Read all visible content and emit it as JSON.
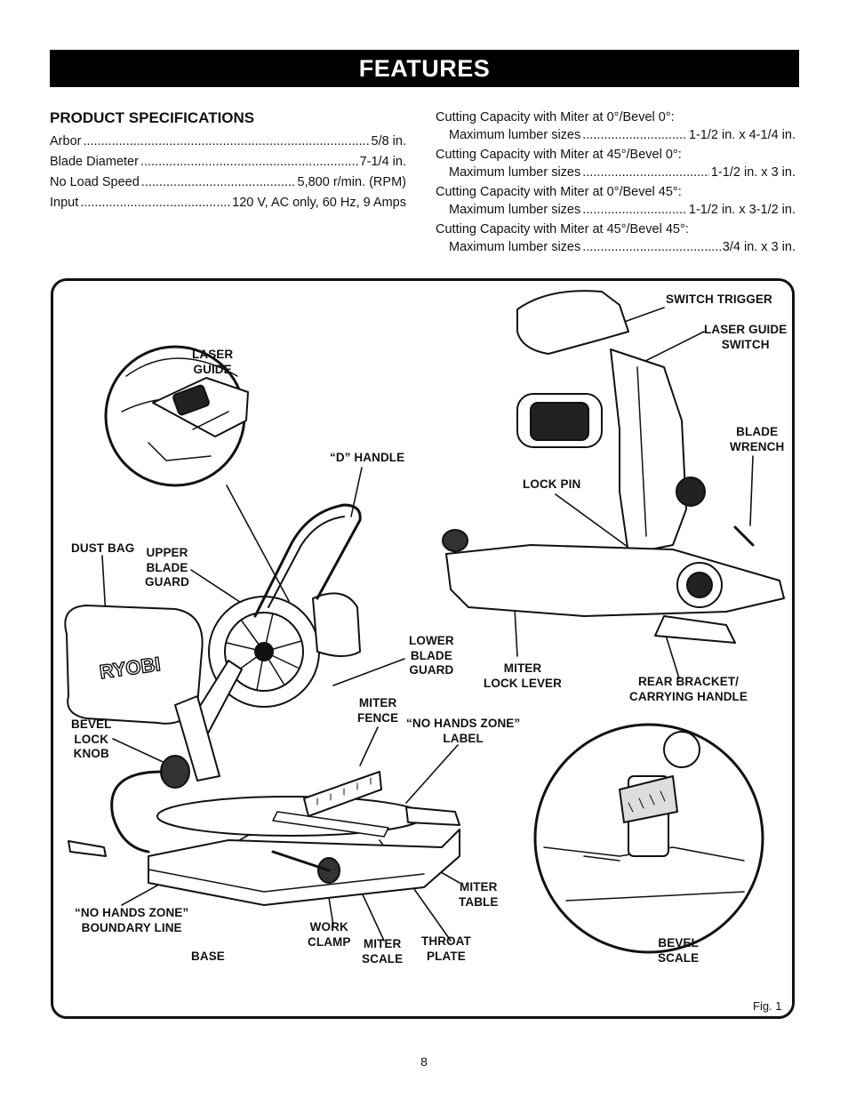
{
  "banner": {
    "title": "FEATURES"
  },
  "specifications": {
    "heading": "PRODUCT SPECIFICATIONS",
    "rows": [
      {
        "label": "Arbor",
        "value": "5/8 in."
      },
      {
        "label": "Blade Diameter",
        "value": "7-1/4 in."
      },
      {
        "label": "No Load Speed",
        "value": "5,800 r/min. (RPM)"
      },
      {
        "label": "Input",
        "value": "120 V, AC only, 60 Hz, 9 Amps"
      }
    ]
  },
  "capacities": [
    {
      "title": "Cutting Capacity with Miter at 0°/Bevel 0°:",
      "label": "Maximum lumber sizes",
      "value": "1-1/2 in. x 4-1/4 in."
    },
    {
      "title": "Cutting Capacity with Miter at 45°/Bevel 0°:",
      "label": "Maximum lumber sizes",
      "value": "1-1/2 in. x 3 in."
    },
    {
      "title": "Cutting Capacity with Miter at 0°/Bevel 45°:",
      "label": "Maximum lumber sizes",
      "value": "1-1/2 in. x 3-1/2 in."
    },
    {
      "title": "Cutting Capacity with Miter at 45°/Bevel 45°:",
      "label": "Maximum lumber sizes",
      "value": "3/4 in. x 3 in."
    }
  ],
  "callouts": {
    "laser_guide": "LASER\nGUIDE",
    "d_handle": "“D” HANDLE",
    "dust_bag": "DUST BAG",
    "upper_blade_guard": "UPPER\nBLADE\nGUARD",
    "lower_blade_guard": "LOWER\nBLADE\nGUARD",
    "bevel_lock_knob": "BEVEL\nLOCK\nKNOB",
    "miter_fence": "MITER\nFENCE",
    "no_hands_zone_label": "“NO HANDS ZONE”\nLABEL",
    "no_hands_zone_boundary": "“NO HANDS ZONE”\nBOUNDARY LINE",
    "base": "BASE",
    "work_clamp": "WORK\nCLAMP",
    "miter_scale": "MITER\nSCALE",
    "throat_plate": "THROAT\nPLATE",
    "miter_table": "MITER\nTABLE",
    "switch_trigger": "SWITCH TRIGGER",
    "laser_guide_switch": "LASER GUIDE\nSWITCH",
    "blade_wrench": "BLADE\nWRENCH",
    "lock_pin": "LOCK PIN",
    "miter_lock_lever": "MITER\nLOCK LEVER",
    "rear_bracket": "REAR BRACKET/\nCARRYING HANDLE",
    "bevel_scale": "BEVEL\nSCALE"
  },
  "illustration": {
    "brand_logo": "RYOBI"
  },
  "figure": {
    "label": "Fig. 1"
  },
  "page": {
    "number": "8"
  }
}
